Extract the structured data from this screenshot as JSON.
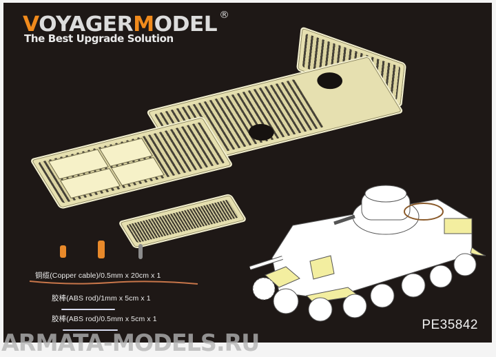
{
  "brand": {
    "name_part1_highlight": "V",
    "name_part1_rest": "OYAGER",
    "name_part2_highlight": "M",
    "name_part2_rest": "ODEL",
    "registered": "®",
    "tagline": "The Best Upgrade Solution",
    "accent_color": "#f08a1c",
    "text_color": "#dcdcdc"
  },
  "product": {
    "code": "PE35842",
    "background_color": "#1e1816"
  },
  "frets": [
    {
      "name": "main-fret-large",
      "holes": 2
    },
    {
      "name": "top-right-small-fret",
      "holes": 0
    },
    {
      "name": "left-fret-plates",
      "holes": 0
    },
    {
      "name": "lower-grille-fret",
      "holes": 0
    }
  ],
  "accessories": {
    "turned_parts": [
      {
        "name": "brass-fitting-small",
        "color": "#e8892a"
      },
      {
        "name": "brass-fitting-large",
        "color": "#e8892a"
      },
      {
        "name": "grey-rod-piece",
        "color": "#8c8c8c"
      }
    ],
    "items": [
      {
        "label": "铜缆(Copper cable)/0.5mm x 20cm x 1",
        "line_color": "#c8764a"
      },
      {
        "label": "胶棒(ABS rod)/1mm x 5cm x 1",
        "line_color": "#d8dcf0"
      },
      {
        "label": "胶棒(ABS rod)/0.5mm x 5cm x 1",
        "line_color": "#d8dcf0"
      }
    ]
  },
  "illustration": {
    "subject": "M3 Lee medium tank line drawing with photo-etch parts highlighted",
    "hull_color": "#ffffff",
    "pe_highlight_color": "#f3eea0"
  },
  "watermark": "ARMATA-MODELS.RU"
}
